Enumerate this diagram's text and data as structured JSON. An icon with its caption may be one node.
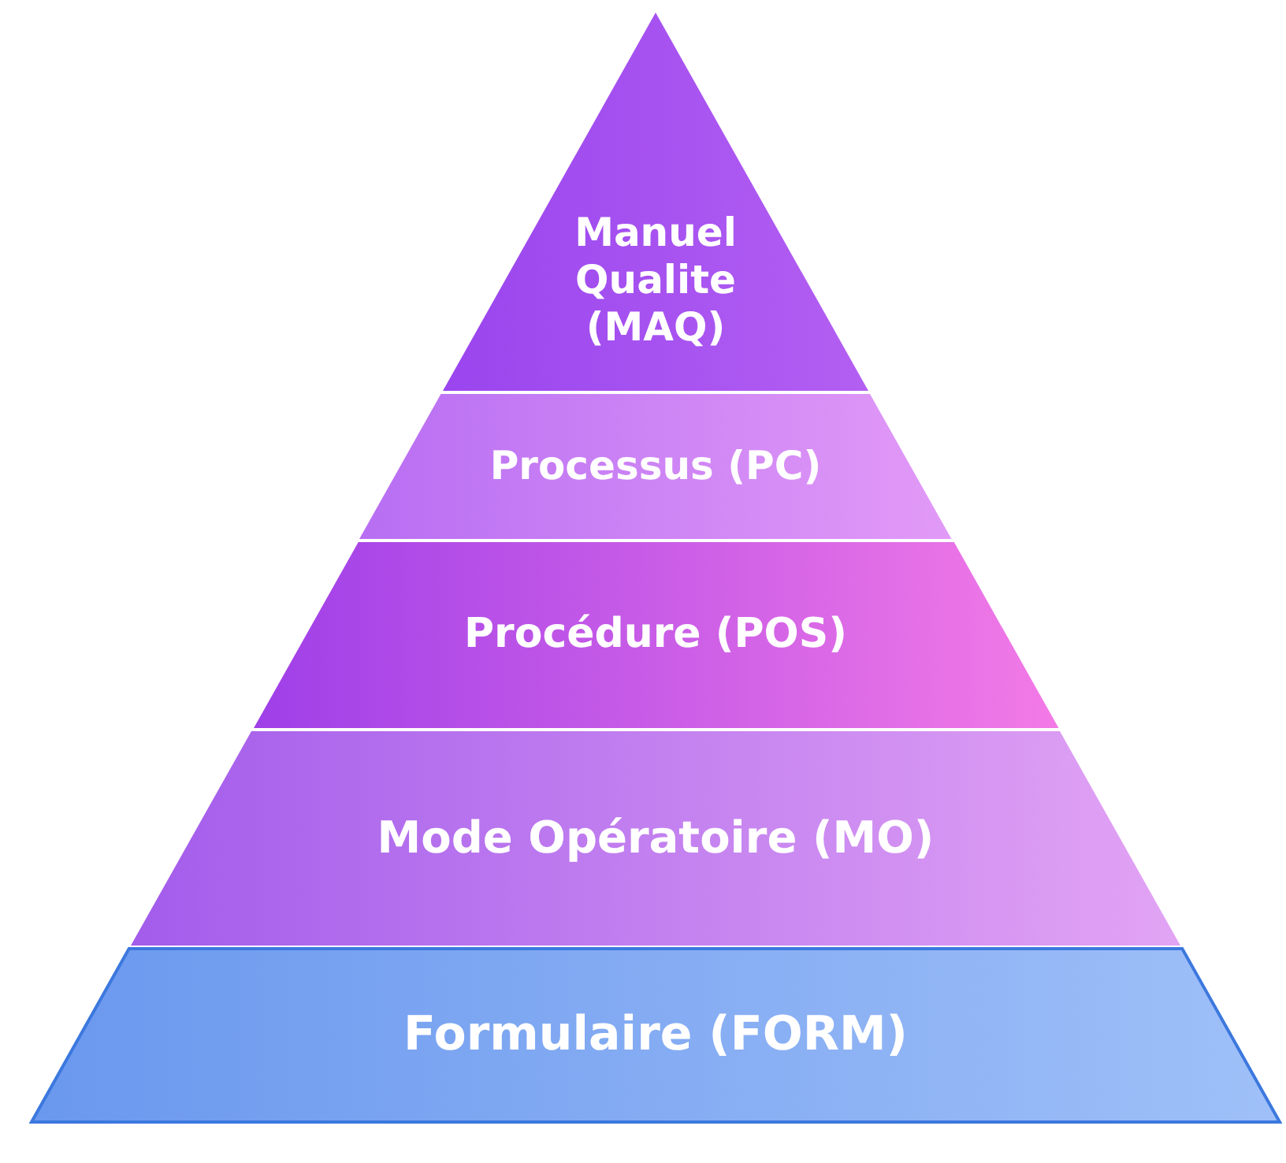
{
  "diagram": {
    "nodes": [
      {
        "text": [
          "Manuel Qualite (MAQ)"
        ]
      },
      {
        "text": [
          "Processus (PC)"
        ]
      },
      {
        "text": [
          "Procédure (POS)"
        ]
      },
      {
        "text": [
          "Mode Opératoire (MO)"
        ]
      },
      {
        "text": [
          "Formulaire (FORM)"
        ]
      }
    ]
  }
}
